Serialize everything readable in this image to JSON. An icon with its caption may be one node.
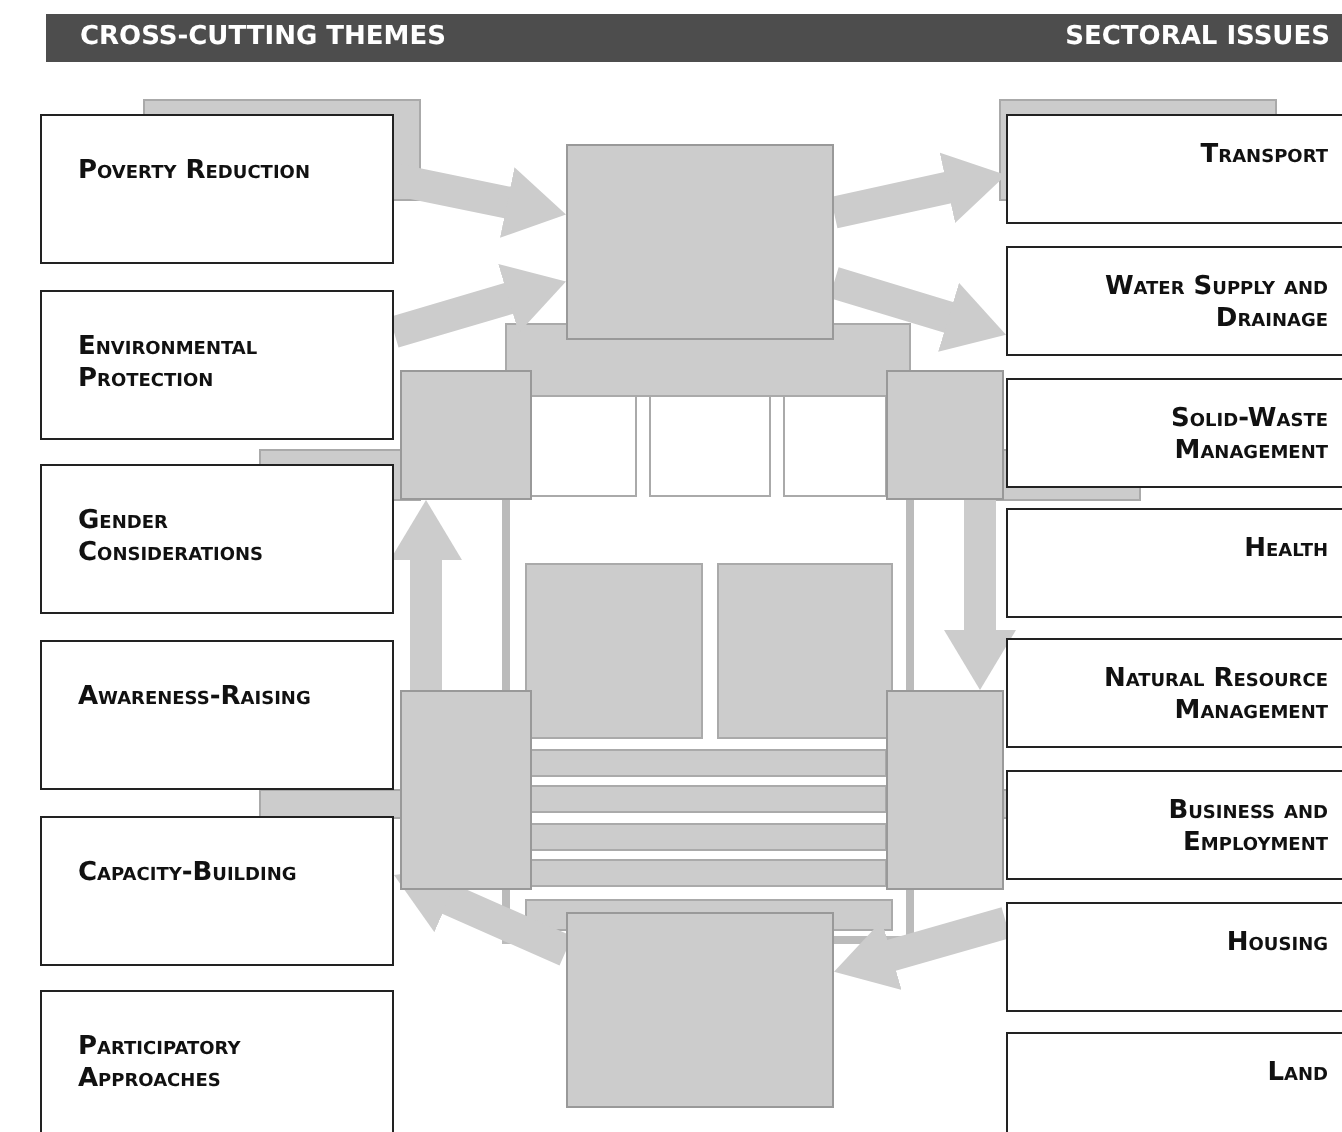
{
  "diagram": {
    "nodes": [
      {
        "text": [
          "Poverty Reduction"
        ]
      },
      {
        "text": [
          "Environmental Protection"
        ]
      },
      {
        "text": [
          "Gender Considerations"
        ]
      },
      {
        "text": [
          "Awareness-Raising"
        ]
      },
      {
        "text": [
          "Capacity-Building"
        ]
      },
      {
        "text": [
          "Participatory Approaches"
        ]
      },
      {
        "text": [],
        "shape": "box"
      },
      {
        "text": [],
        "shape": "box"
      },
      {
        "text": [
          "Transport"
        ]
      },
      {
        "text": [
          "Water Supply and Drainage"
        ]
      },
      {
        "text": [
          "Solid-Waste Management"
        ]
      },
      {
        "text": [
          "Health"
        ]
      },
      {
        "text": [
          "Natural Resource Management"
        ]
      },
      {
        "text": [
          "Business and Employment"
        ]
      },
      {
        "text": [
          "Housing"
        ]
      },
      {
        "text": [
          "Land"
        ]
      },
      {
        "text": [],
        "shape": "box"
      },
      {
        "text": [],
        "shape": "box"
      },
      {
        "text": [],
        "shape": "box"
      },
      {
        "text": [],
        "shape": "box"
      }
    ],
    "edges": [
      {
        "from": 0,
        "to": 6,
        "arrow": "to"
      },
      {
        "from": 1,
        "to": 6,
        "arrow": "to"
      },
      {
        "from": 6,
        "to": 8,
        "arrow": "to"
      },
      {
        "from": 6,
        "to": 9,
        "arrow": "to"
      },
      {
        "from": 14,
        "to": 7,
        "arrow": "to"
      },
      {
        "from": 7,
        "to": 4,
        "arrow": "to"
      },
      {
        "from": 17,
        "to": 16,
        "arrow": "to"
      },
      {
        "from": 18,
        "to": 19,
        "arrow": "to"
      }
    ],
    "labels": [
      "CROSS-CUTTING THEMES",
      "SECTORAL ISSUES"
    ]
  }
}
